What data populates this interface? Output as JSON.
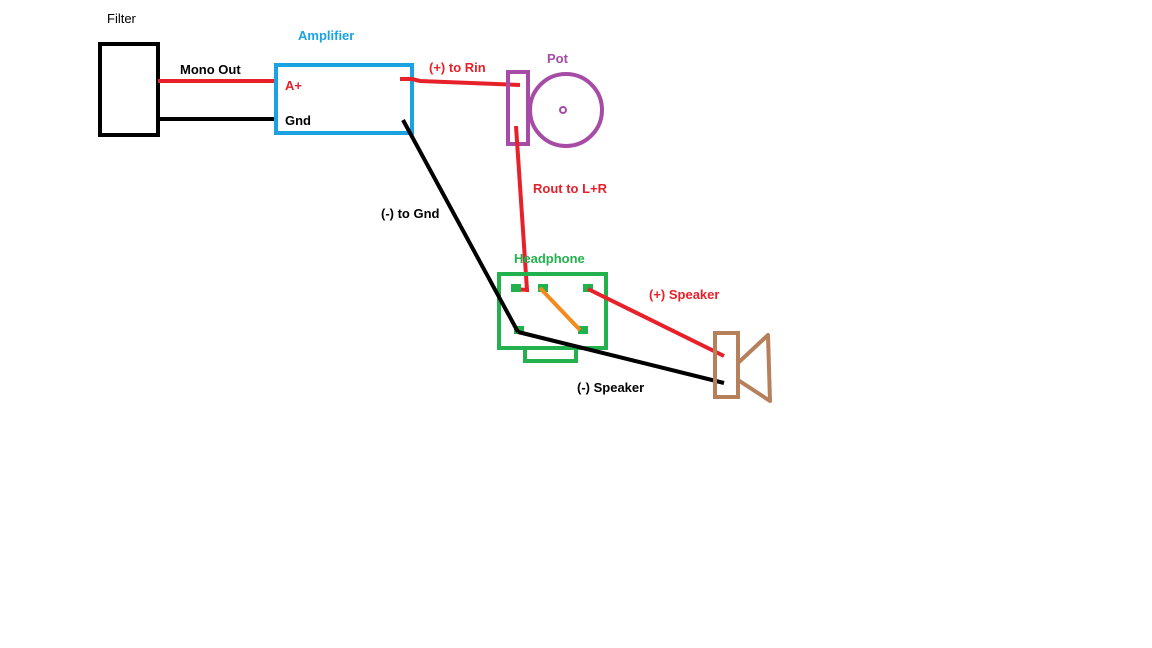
{
  "colors": {
    "filter": "#000000",
    "amplifier": "#1aa3e0",
    "signal": "#e8202a",
    "ground": "#000000",
    "pot": "#a64ca6",
    "headphone": "#22b14c",
    "bridge": "#f28a1e",
    "speaker": "#b5805a"
  },
  "components": {
    "filter": {
      "label": "Filter"
    },
    "amplifier": {
      "label": "Amplifier",
      "pin_a": "A+",
      "pin_gnd": "Gnd"
    },
    "pot": {
      "label": "Pot"
    },
    "headphone": {
      "label": "Headphone"
    }
  },
  "wires": {
    "mono_out": "Mono Out",
    "to_rin": "(+) to Rin",
    "rout": "Rout to L+R",
    "to_gnd": "(-) to Gnd",
    "pos_speaker": "(+) Speaker",
    "neg_speaker": "(-) Speaker"
  }
}
